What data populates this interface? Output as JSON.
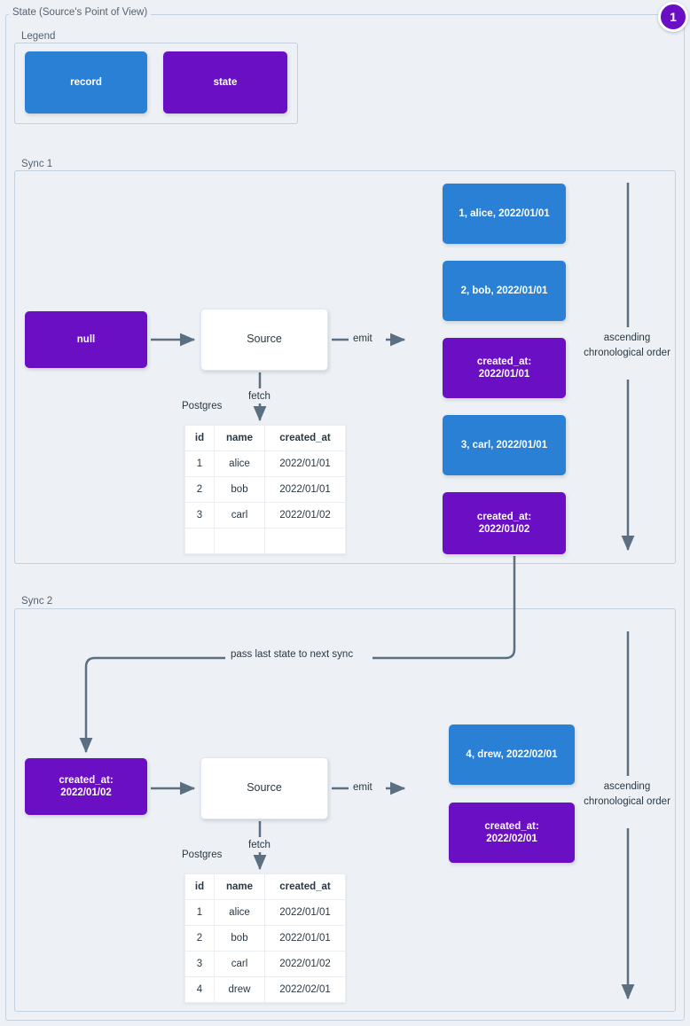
{
  "diagram": {
    "title": "State (Source's Point of View)",
    "badge": "1",
    "colors": {
      "record": "#2980d4",
      "state": "#6b0fc4",
      "background": "#edf1f5",
      "frame_border": "#c4d0dc",
      "edge": "#5c6f80"
    }
  },
  "legend": {
    "label": "Legend",
    "items": [
      {
        "label": "record",
        "kind": "record"
      },
      {
        "label": "state",
        "kind": "state"
      }
    ]
  },
  "sync1": {
    "label": "Sync 1",
    "state_in": "null",
    "source": "Source",
    "emit_label": "emit",
    "fetch_label": "fetch",
    "db_label": "Postgres",
    "order_label": "ascending chronological order",
    "table": {
      "columns": [
        "id",
        "name",
        "created_at"
      ],
      "rows": [
        [
          "1",
          "alice",
          "2022/01/01"
        ],
        [
          "2",
          "bob",
          "2022/01/01"
        ],
        [
          "3",
          "carl",
          "2022/01/02"
        ],
        [
          "",
          "",
          ""
        ]
      ]
    },
    "emitted": [
      {
        "kind": "record",
        "text": "1, alice, 2022/01/01"
      },
      {
        "kind": "record",
        "text": "2, bob, 2022/01/01"
      },
      {
        "kind": "state",
        "line1": "created_at:",
        "line2": "2022/01/01"
      },
      {
        "kind": "record",
        "text": "3, carl, 2022/01/01"
      },
      {
        "kind": "state",
        "line1": "created_at:",
        "line2": "2022/01/02"
      }
    ]
  },
  "sync2": {
    "label": "Sync 2",
    "state_in_line1": "created_at:",
    "state_in_line2": "2022/01/02",
    "source": "Source",
    "emit_label": "emit",
    "fetch_label": "fetch",
    "db_label": "Postgres",
    "order_label": "ascending chronological order",
    "pass_state_label": "pass last state to next sync",
    "table": {
      "columns": [
        "id",
        "name",
        "created_at"
      ],
      "rows": [
        [
          "1",
          "alice",
          "2022/01/01"
        ],
        [
          "2",
          "bob",
          "2022/01/01"
        ],
        [
          "3",
          "carl",
          "2022/01/02"
        ],
        [
          "4",
          "drew",
          "2022/02/01"
        ]
      ]
    },
    "emitted": [
      {
        "kind": "record",
        "text": "4, drew, 2022/02/01"
      },
      {
        "kind": "state",
        "line1": "created_at:",
        "line2": "2022/02/01"
      }
    ]
  }
}
